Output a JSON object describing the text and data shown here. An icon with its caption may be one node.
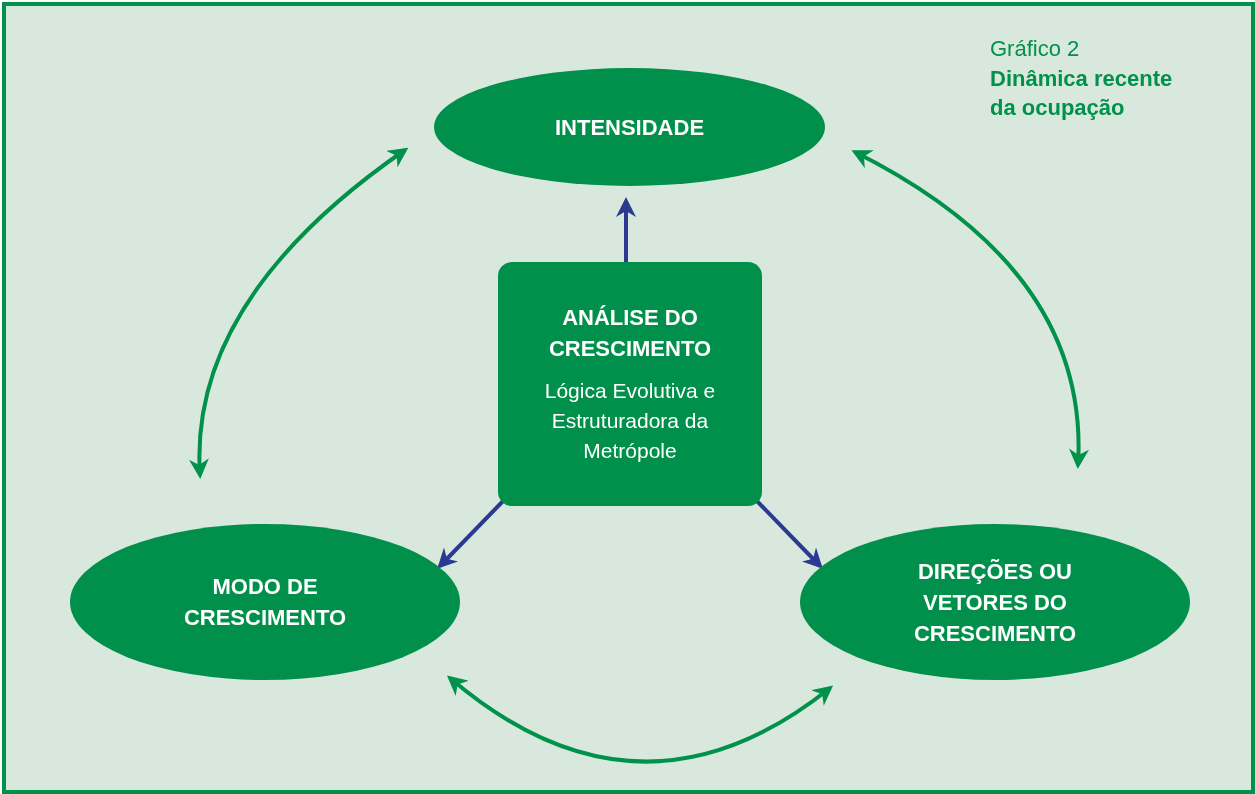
{
  "diagram": {
    "title": "Dinâmica recente da ocupação",
    "nodes": [
      {
        "text": [
          "INTENSIDADE"
        ]
      },
      {
        "text": [
          "ANÁLISE DO CRESCIMENTO",
          "Lógica Evolutiva e Estruturadora da Metrópole"
        ]
      },
      {
        "text": [
          "MODO DE CRESCIMENTO"
        ]
      },
      {
        "text": [
          "DIREÇÕES OU VETORES DO CRESCIMENTO"
        ]
      }
    ],
    "edges": [
      {
        "from": 1,
        "to": 0,
        "arrow": "to",
        "color": "#2b3990"
      },
      {
        "from": 1,
        "to": 2,
        "arrow": "to",
        "color": "#2b3990"
      },
      {
        "from": 1,
        "to": 3,
        "arrow": "to",
        "color": "#2b3990"
      },
      {
        "from": 0,
        "to": 2,
        "arrow": "both",
        "color": "#00914a"
      },
      {
        "from": 0,
        "to": 3,
        "arrow": "both",
        "color": "#00914a"
      },
      {
        "from": 2,
        "to": 3,
        "arrow": "both",
        "color": "#00914a"
      }
    ],
    "labels": [
      "Gráfico 2"
    ]
  }
}
